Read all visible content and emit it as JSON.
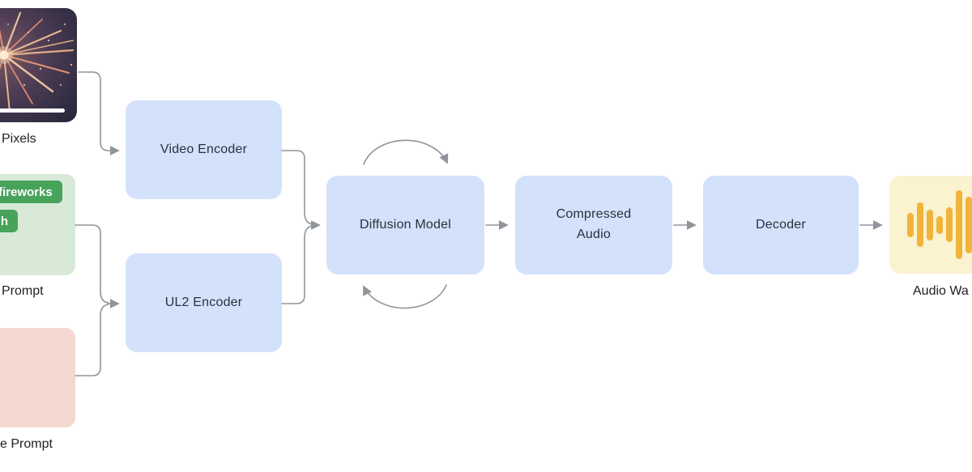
{
  "diagram": {
    "inputs": {
      "video": {
        "caption": "Pixels",
        "icon": "fireworks-video-frame"
      },
      "prompt": {
        "caption": "Prompt",
        "chips": [
          "fireworks",
          "h"
        ]
      },
      "negative": {
        "caption": "e Prompt"
      }
    },
    "nodes": {
      "video_encoder": "Video Encoder",
      "ul2_encoder": "UL2 Encoder",
      "diffusion_model": "Diffusion Model",
      "compressed_audio": "Compressed Audio",
      "decoder": "Decoder"
    },
    "output": {
      "caption": "Audio Wa",
      "icon": "audio-waveform-icon"
    },
    "loops": {
      "top": "clockwise-arc-arrow",
      "bottom": "counterclockwise-arc-arrow"
    },
    "colors": {
      "node_fill": "#d3e1fb",
      "prompt_fill": "#d8e9d8",
      "chip_fill": "#47a35a",
      "negative_fill": "#f5d7d2",
      "output_fill": "#fbf2cf",
      "waveform": "#f0b43a",
      "connector": "#8f959b",
      "text": "#202124"
    }
  }
}
